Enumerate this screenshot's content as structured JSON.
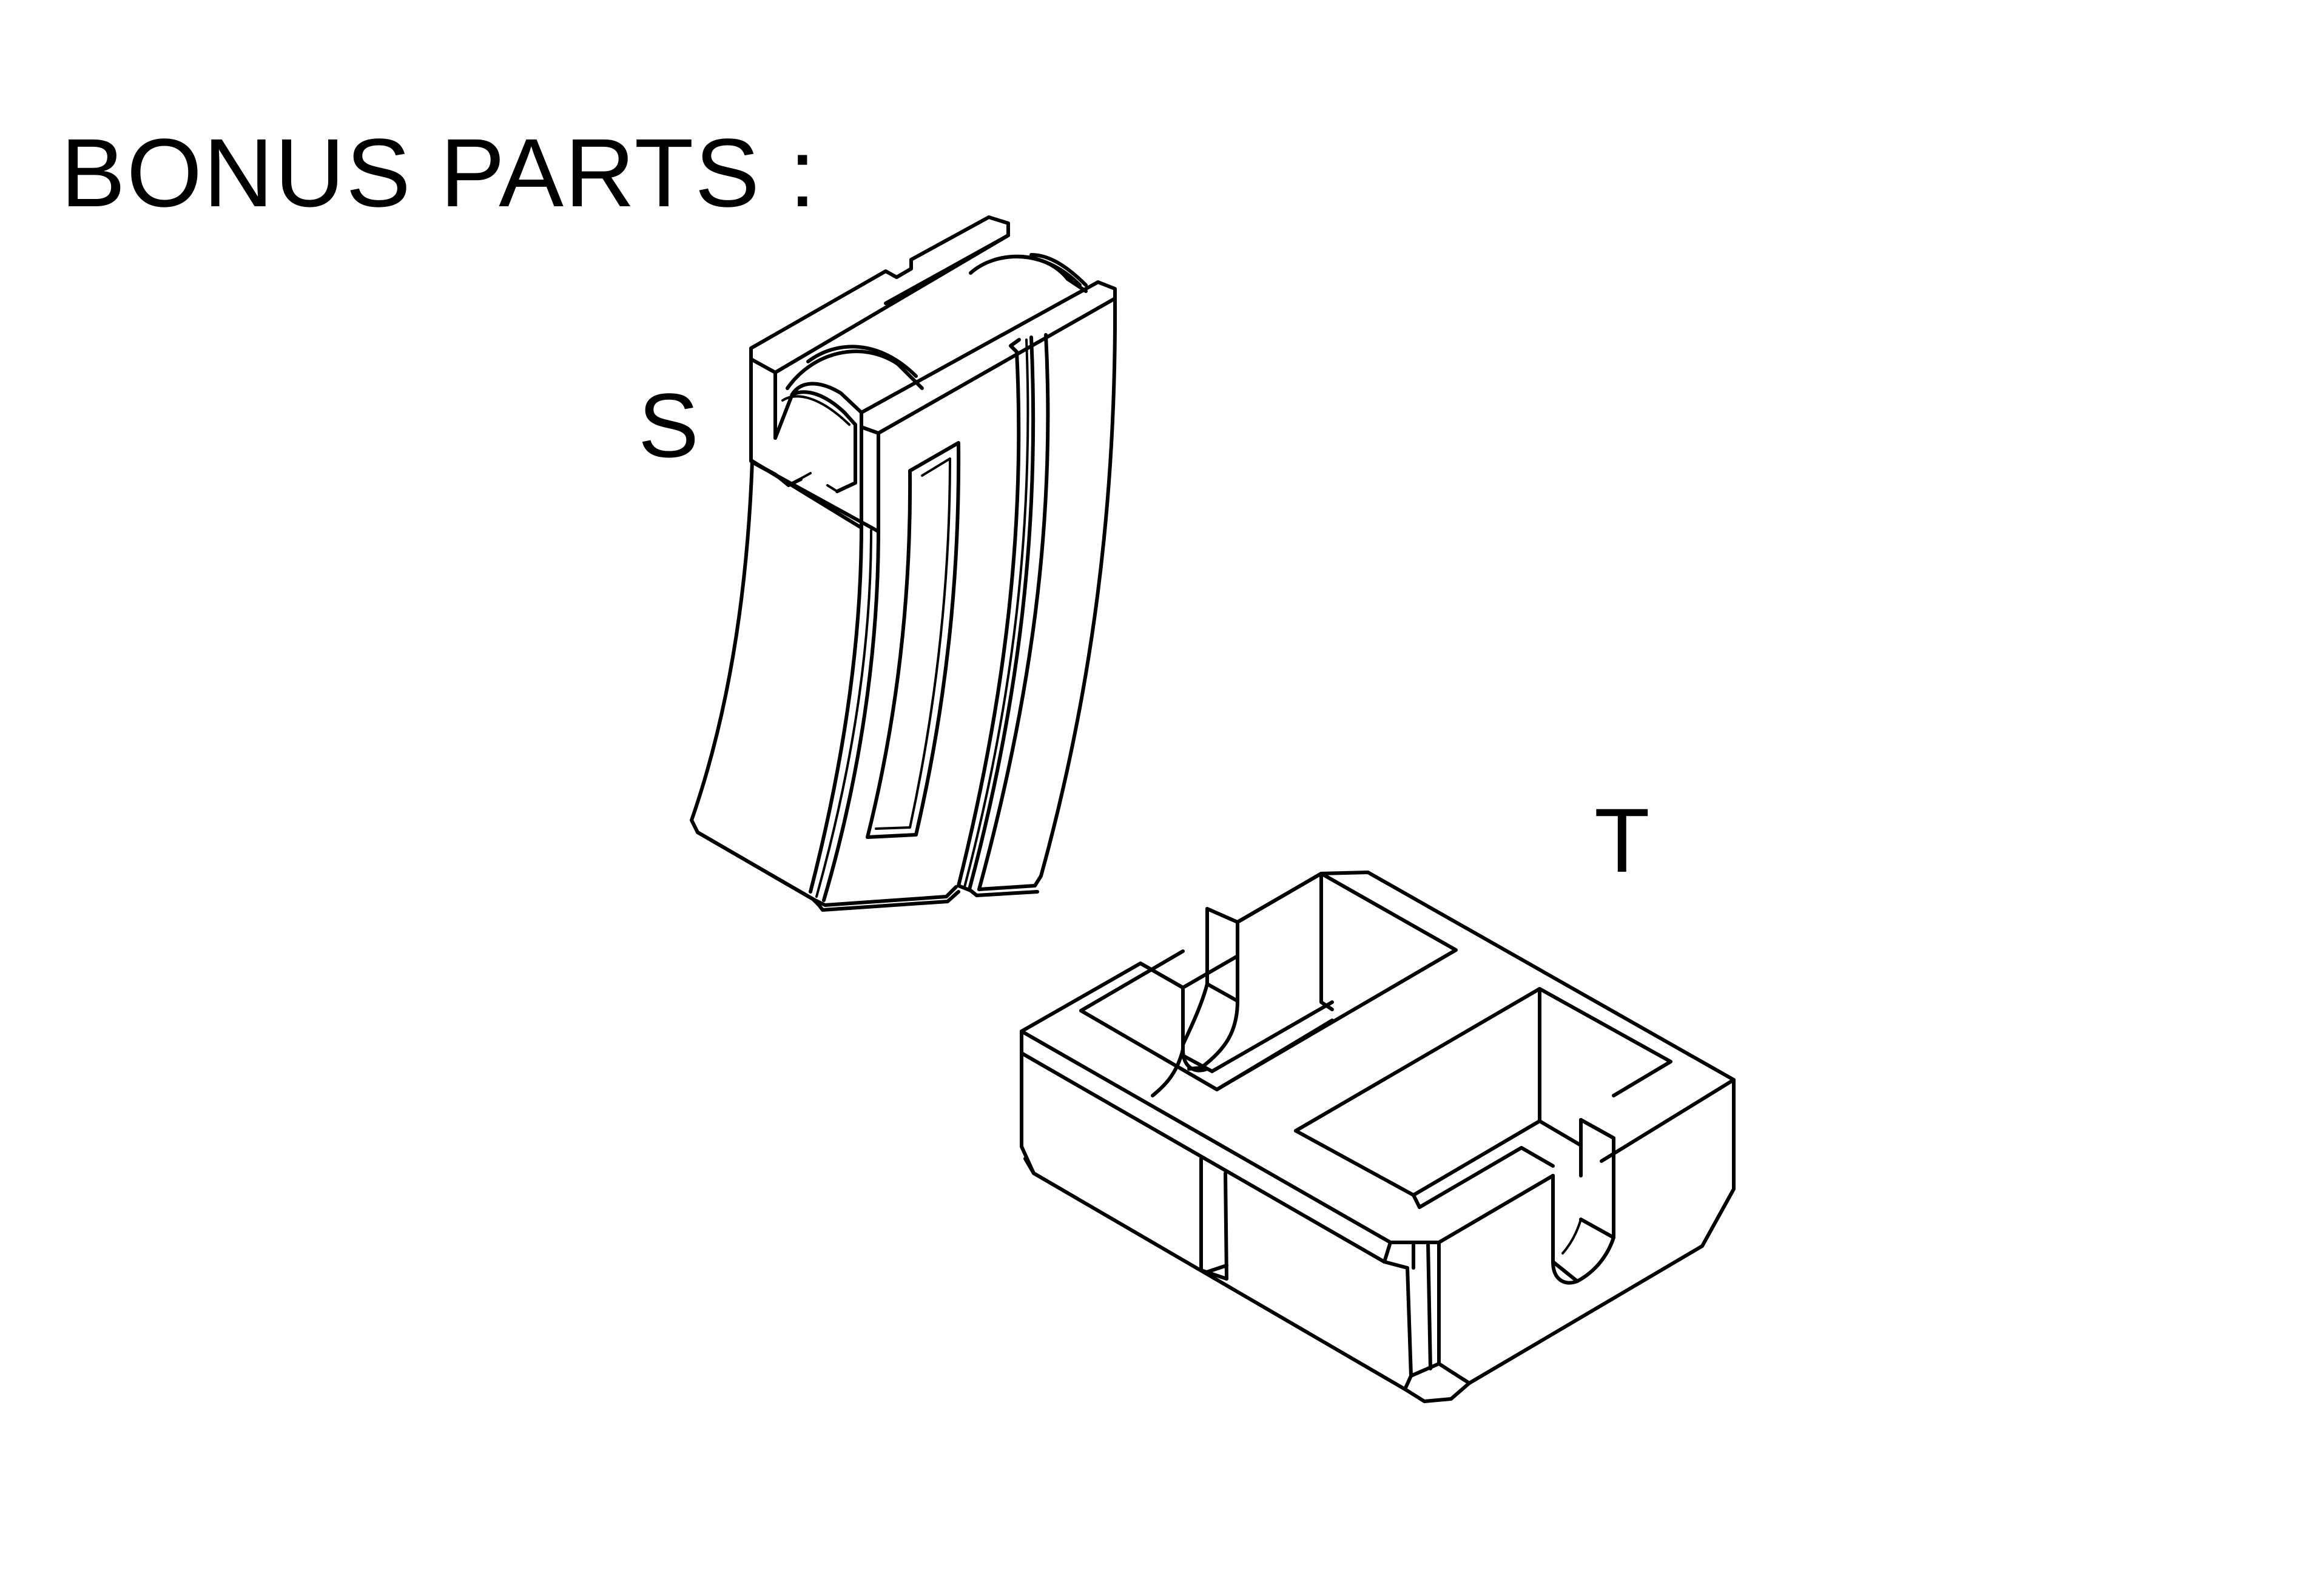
{
  "heading": "BONUS PARTS :",
  "parts": [
    {
      "label": "S",
      "icon": "magazine-part-icon"
    },
    {
      "label": "T",
      "icon": "block-part-icon"
    }
  ],
  "colors": {
    "line": "#000000",
    "background": "#ffffff"
  }
}
